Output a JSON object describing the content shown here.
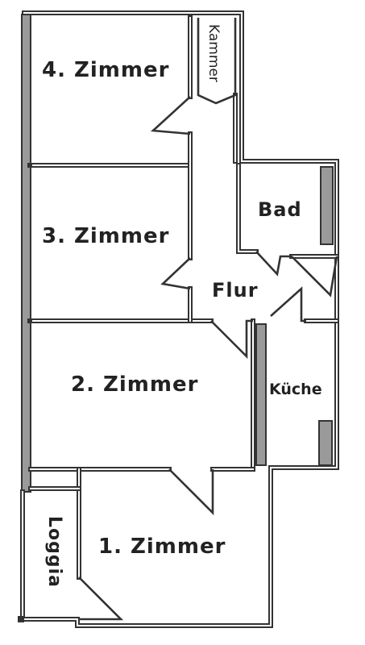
{
  "rooms": {
    "zimmer4": "4. Zimmer",
    "kammer": "Kammer",
    "zimmer3": "3. Zimmer",
    "bad": "Bad",
    "flur": "Flur",
    "zimmer2": "2. Zimmer",
    "kueche": "Küche",
    "zimmer1": "1. Zimmer",
    "loggia": "Loggia"
  }
}
